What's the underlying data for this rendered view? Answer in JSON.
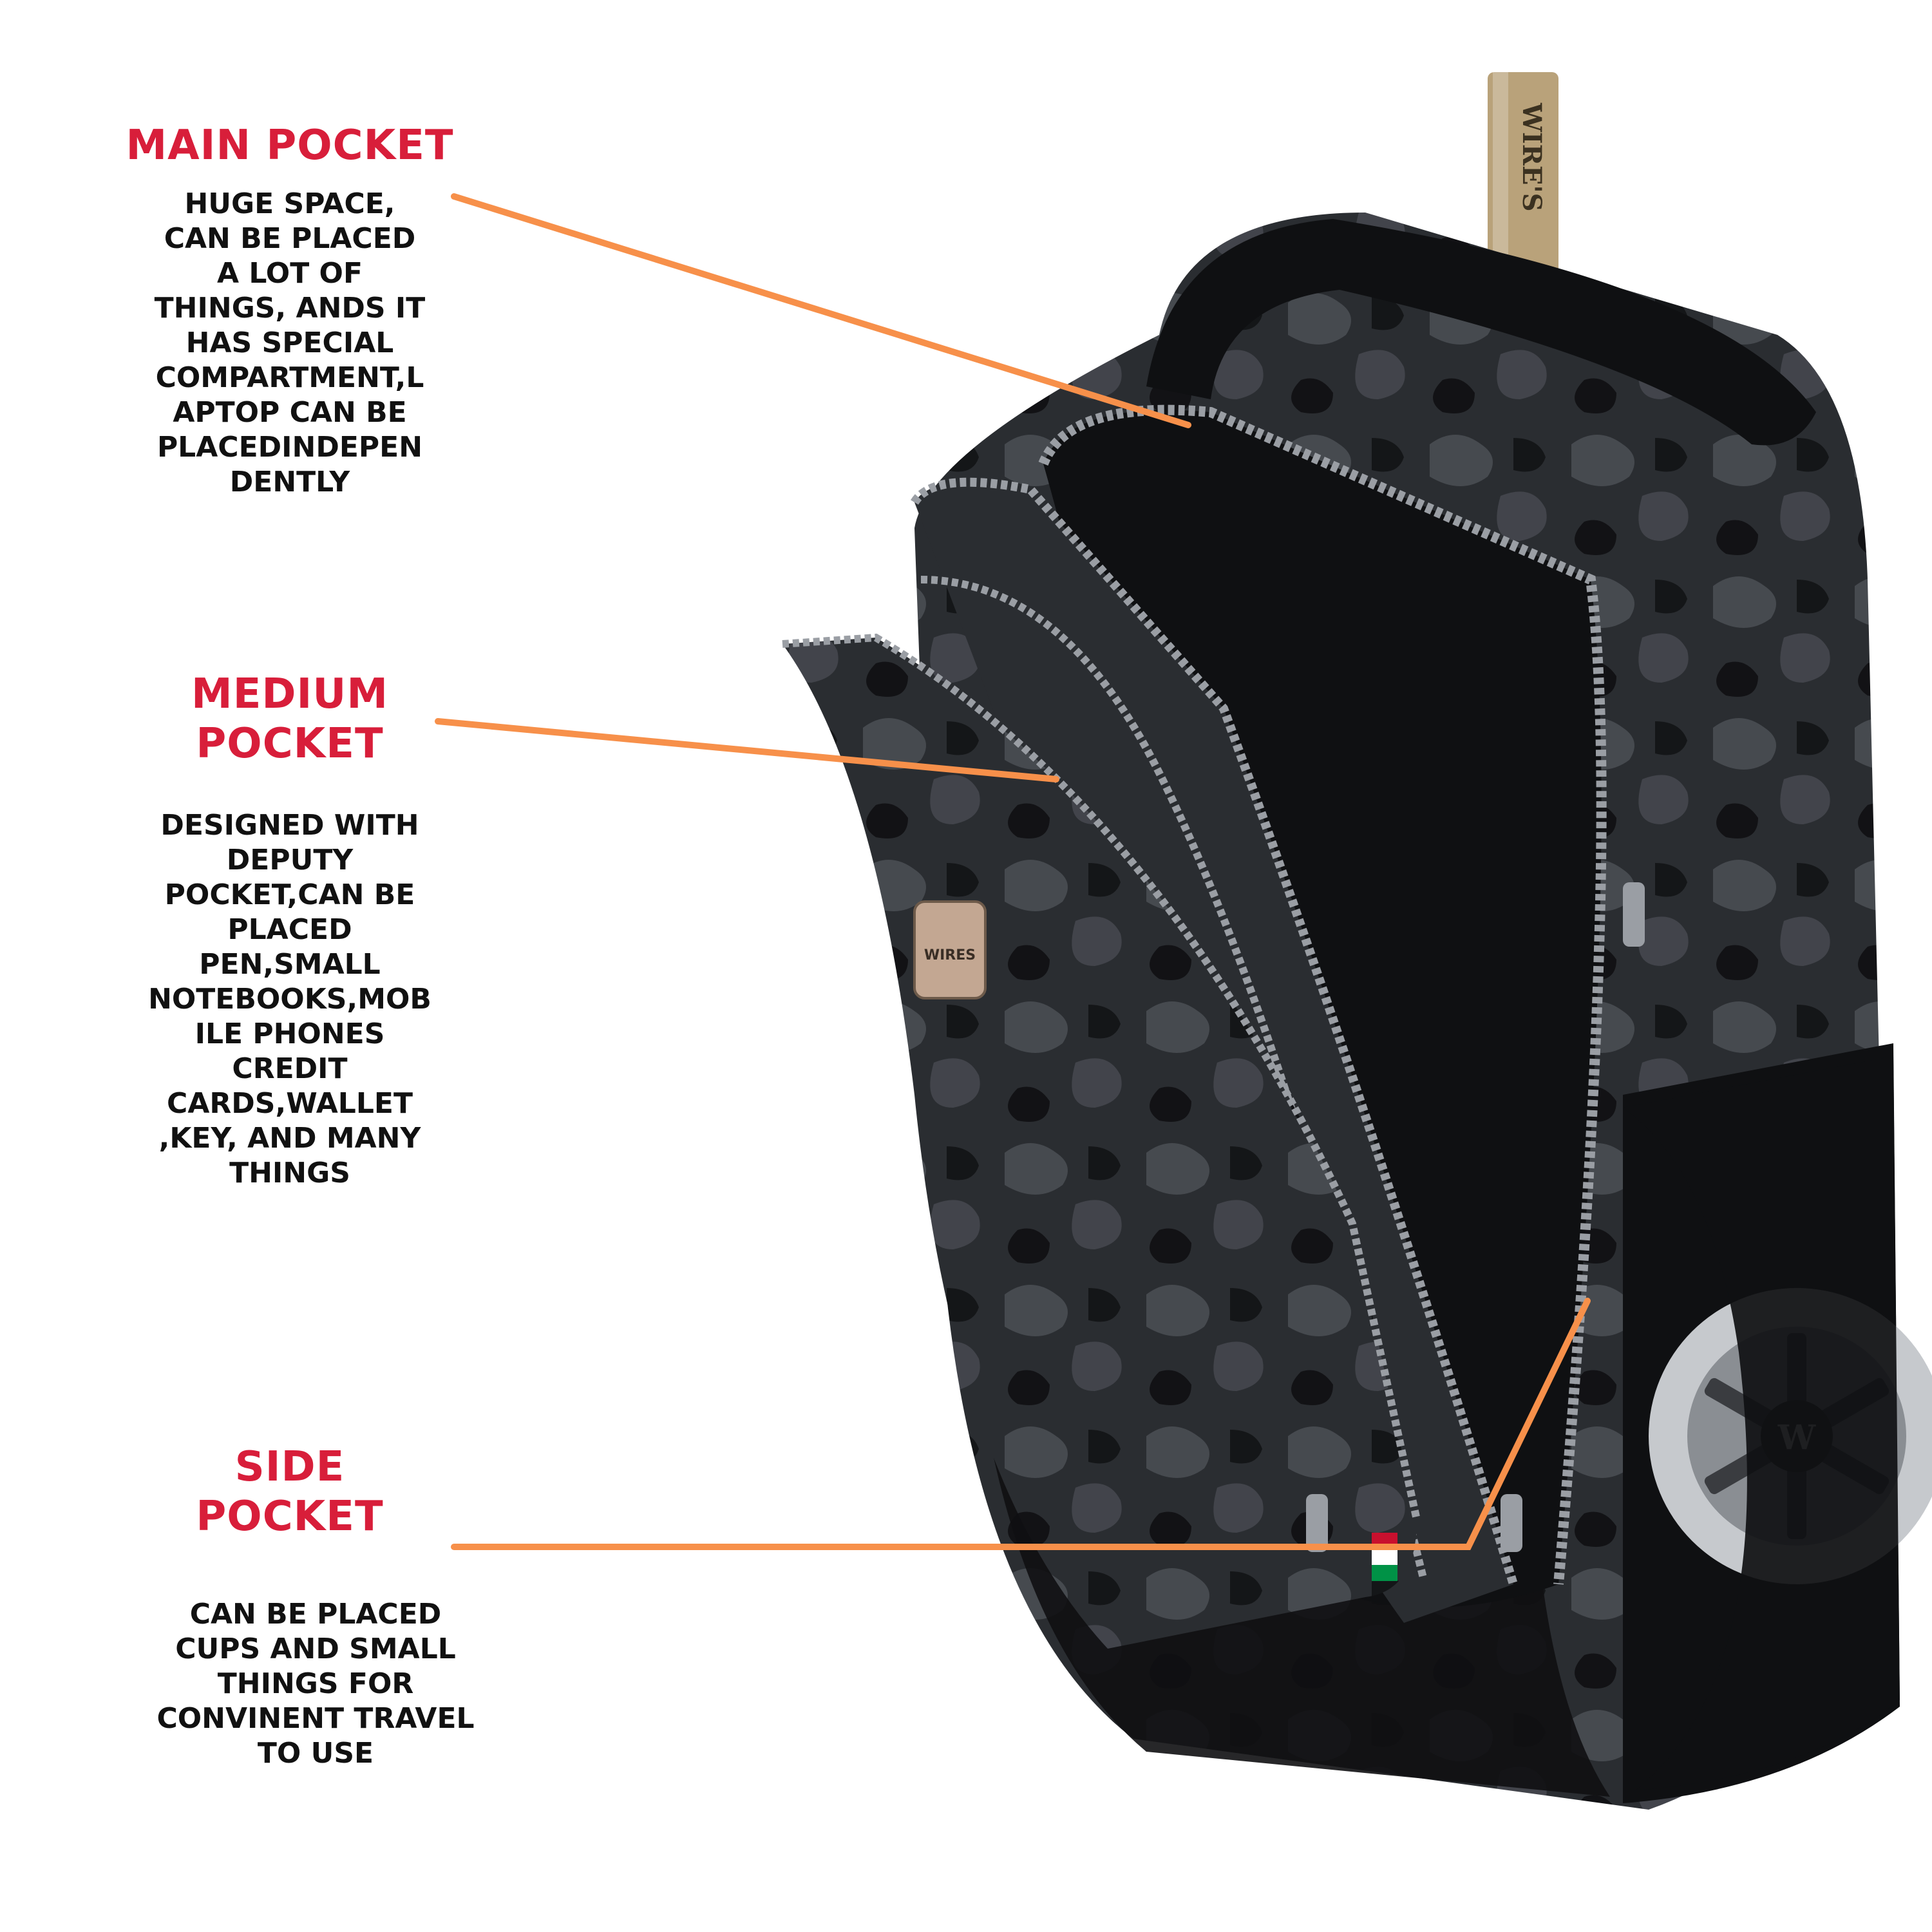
{
  "colors": {
    "heading": "#d81e3a",
    "callout_line": "#f7904a",
    "bag_dark": "#0f1012",
    "bag_mid": "#2a2d31",
    "camo_light": "#4b4f55",
    "zipper": "#9a9ea4",
    "handle": "#b9a27a",
    "wheel_rim": "#c6c9cd"
  },
  "callouts": {
    "main": {
      "title": "MAIN POCKET",
      "body": "HUGE SPACE,\nCAN BE PLACED\nA LOT OF\nTHINGS, ANDS IT\nHAS SPECIAL\nCOMPARTMENT,L\nAPTOP CAN BE\nPLACEDINDEPEN\nDENTLY"
    },
    "medium": {
      "title": "MEDIUM\nPOCKET",
      "body": "DESIGNED WITH\nDEPUTY\nPOCKET,CAN BE\nPLACED\nPEN,SMALL\nNOTEBOOKS,MOB\nILE PHONES\nCREDIT\nCARDS,WALLET\n,KEY, AND MANY\nTHINGS"
    },
    "side": {
      "title": "SIDE\nPOCKET",
      "body": "CAN BE PLACED\nCUPS AND SMALL\nTHINGS FOR\nCONVINENT TRAVEL\nTO USE"
    }
  },
  "product": {
    "handle_brand": "WIRE'S",
    "badge_brand": "WIRES",
    "wheel_logo": "W"
  }
}
